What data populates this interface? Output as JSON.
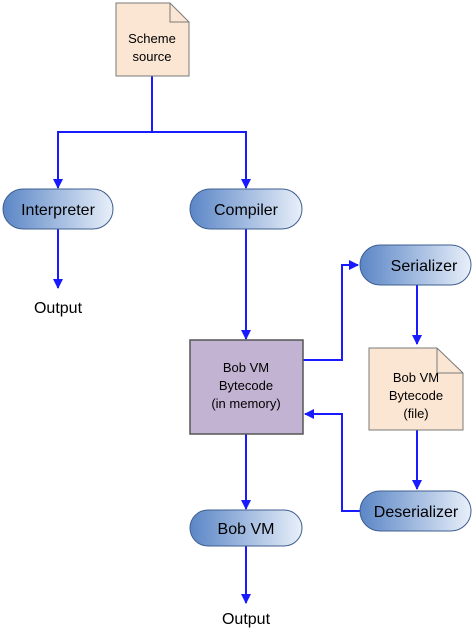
{
  "colors": {
    "edge": "#1a1aff",
    "doc_fill": "#fbe6d3",
    "doc_stroke": "#7a7a7a",
    "vm_fill": "#c3b3d3",
    "vm_stroke": "#555555",
    "process_dark": "#5b86c6",
    "process_light": "#e8eff9",
    "process_stroke": "#3f5f8f",
    "text": "#000000"
  },
  "nodes": {
    "scheme_source": {
      "line1": "Scheme",
      "line2": "source",
      "shape": "document"
    },
    "interpreter": {
      "label": "Interpreter",
      "shape": "process"
    },
    "compiler": {
      "label": "Compiler",
      "shape": "process"
    },
    "output_interpreter": {
      "label": "Output"
    },
    "bytecode_memory": {
      "line1": "Bob VM",
      "line2": "Bytecode",
      "line3": "(in memory)",
      "shape": "block"
    },
    "serializer": {
      "label": "Serializer",
      "shape": "process"
    },
    "bytecode_file": {
      "line1": "Bob VM",
      "line2": "Bytecode",
      "line3": "(file)",
      "shape": "document"
    },
    "deserializer": {
      "label": "Deserializer",
      "shape": "process"
    },
    "bob_vm": {
      "label": "Bob VM",
      "shape": "process"
    },
    "output_vm": {
      "label": "Output"
    }
  },
  "edges": [
    {
      "from": "scheme_source",
      "to": "interpreter"
    },
    {
      "from": "scheme_source",
      "to": "compiler"
    },
    {
      "from": "interpreter",
      "to": "output_interpreter"
    },
    {
      "from": "compiler",
      "to": "bytecode_memory"
    },
    {
      "from": "bytecode_memory",
      "to": "serializer"
    },
    {
      "from": "serializer",
      "to": "bytecode_file"
    },
    {
      "from": "bytecode_file",
      "to": "deserializer"
    },
    {
      "from": "deserializer",
      "to": "bytecode_memory"
    },
    {
      "from": "bytecode_memory",
      "to": "bob_vm"
    },
    {
      "from": "bob_vm",
      "to": "output_vm"
    }
  ]
}
